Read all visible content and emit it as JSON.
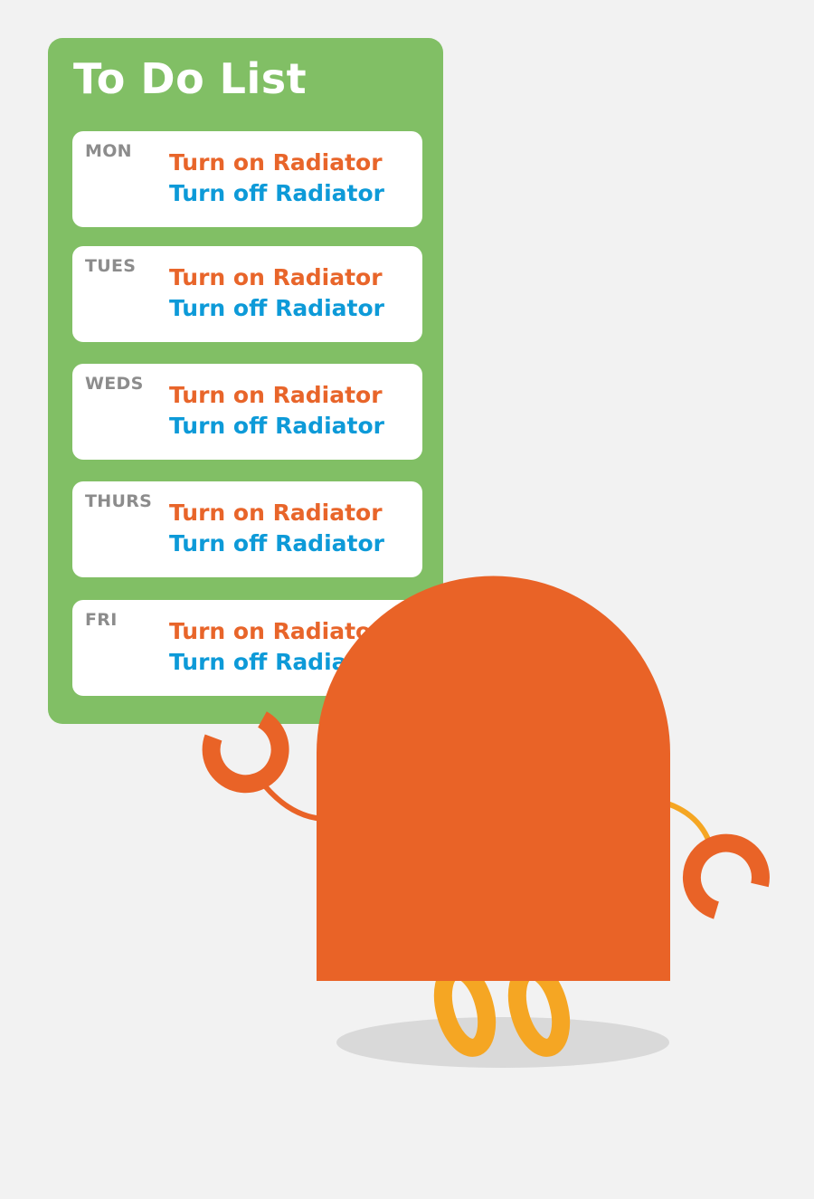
{
  "todo_list": {
    "title": "To Do List",
    "days": [
      {
        "day": "MON",
        "task_on": "Turn on Radiator",
        "task_off": "Turn off Radiator"
      },
      {
        "day": "TUES",
        "task_on": "Turn on Radiator",
        "task_off": "Turn off Radiator"
      },
      {
        "day": "WEDS",
        "task_on": "Turn on Radiator",
        "task_off": "Turn off Radiator"
      },
      {
        "day": "THURS",
        "task_on": "Turn on Radiator",
        "task_off": "Turn off Radiator"
      },
      {
        "day": "FRI",
        "task_on": "Turn on Radiator",
        "task_off": "Turn off Radiator"
      }
    ]
  },
  "colors": {
    "board_green": "#81bf65",
    "turn_on_orange": "#e8652a",
    "turn_off_blue": "#0d9ad8",
    "day_label_gray": "#8c8c8c",
    "robot_body": "#e96327",
    "robot_arm_left": "#e96327",
    "robot_arm_right": "#f5a623",
    "robot_feet": "#f5a623",
    "shadow": "#d9d9d9"
  },
  "robot": {
    "icon": "orange-robot-character"
  }
}
